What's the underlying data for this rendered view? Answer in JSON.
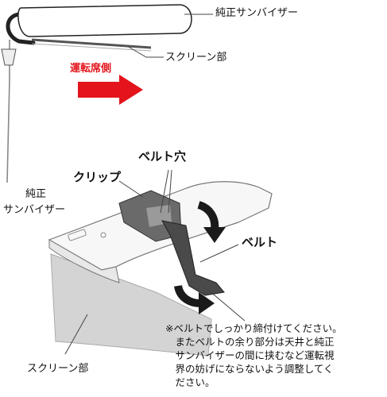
{
  "labels": {
    "top_visor": "純正サンバイザー",
    "top_screen": "スクリーン部",
    "driver_seat": "運転席側",
    "belt_hole": "ベルト穴",
    "clip": "クリップ",
    "visor_line1": "純正",
    "visor_line2": "サンバイザー",
    "belt": "ベルト",
    "bottom_screen": "スクリーン部"
  },
  "note_lines": [
    "※ベルトでしっかり締付けてください。",
    "　またベルトの余り部分は天井と純正",
    "　サンバイザーの間に挟むなど運転視",
    "　界の妨げにならないよう調整してく",
    "　ださい。"
  ],
  "colors": {
    "direction_arrow": "#e3141b",
    "belt": "#4a4a4a",
    "screen": "#d4d4d4"
  }
}
